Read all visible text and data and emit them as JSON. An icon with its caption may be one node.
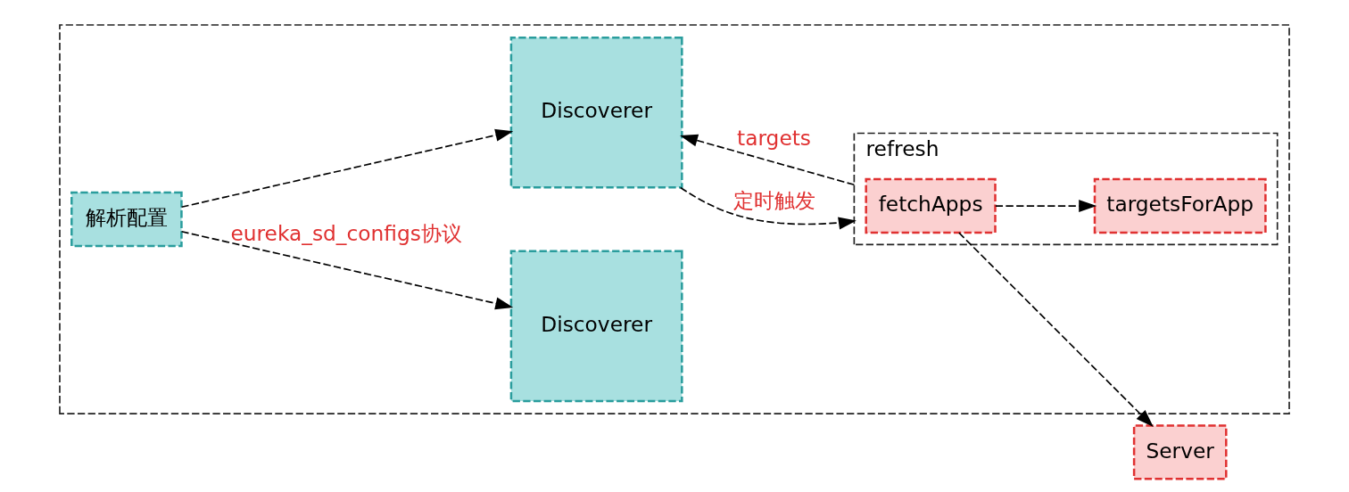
{
  "diagram": {
    "nodes": [
      {
        "text": [],
        "shape": "box"
      },
      {
        "text": [
          "解析配置"
        ],
        "in": 0
      },
      {
        "text": [
          "Discoverer"
        ],
        "in": 0
      },
      {
        "text": [
          "Discoverer"
        ],
        "in": 0
      },
      {
        "text": [
          "refresh"
        ],
        "in": 0
      },
      {
        "text": [
          "fetchApps"
        ],
        "in": 4
      },
      {
        "text": [
          "targetsForApp"
        ],
        "in": 4
      },
      {
        "text": [
          "Server"
        ]
      }
    ],
    "edges": [
      {
        "from": 1,
        "to": 2,
        "arrow": "to",
        "style": "dashed",
        "label": "eureka_sd_configs协议"
      },
      {
        "from": 1,
        "to": 3,
        "arrow": "to",
        "style": "dashed"
      },
      {
        "from": 3,
        "to": 4,
        "arrow": "to",
        "style": "dashed",
        "label": "定时触发"
      },
      {
        "from": 4,
        "to": 3,
        "arrow": "to",
        "style": "dashed",
        "label": "targets"
      },
      {
        "from": 5,
        "to": 6,
        "arrow": "to",
        "style": "dashed"
      },
      {
        "from": 5,
        "to": 7,
        "arrow": "to",
        "style": "dashed"
      }
    ]
  }
}
